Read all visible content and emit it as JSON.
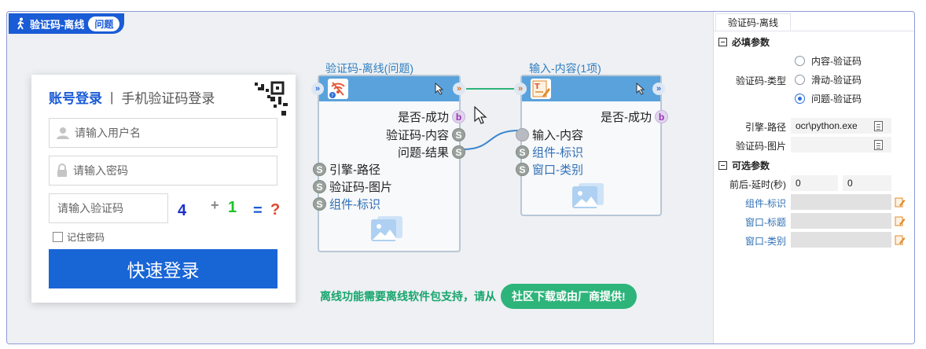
{
  "header": {
    "title": "验证码-离线",
    "badge": "问题"
  },
  "login": {
    "tab_account": "账号登录",
    "separator": "|",
    "tab_phone": "手机验证码登录",
    "username_placeholder": "请输入用户名",
    "password_placeholder": "请输入密码",
    "captcha_placeholder": "请输入验证码",
    "captcha": {
      "n1": "4",
      "op": "+",
      "n2": "1",
      "eq": "=",
      "q": "?"
    },
    "remember": "记住密码",
    "login_button": "快速登录"
  },
  "nodes": {
    "captcha": {
      "title": "验证码-离线(问题)",
      "outputs": [
        "是否-成功",
        "验证码-内容",
        "问题-结果"
      ],
      "output_pins": [
        "b",
        "S",
        "S"
      ],
      "inputs": [
        "引擎-路径",
        "验证码-图片",
        "组件-标识"
      ],
      "input_pins": [
        "S",
        "S",
        "S"
      ]
    },
    "input": {
      "title": "输入-内容(1项)",
      "outputs": [
        "是否-成功"
      ],
      "output_pins": [
        "b"
      ],
      "inputs": [
        "输入-内容",
        "组件-标识",
        "窗口-类别"
      ],
      "input_pins": [
        "",
        "S",
        "S"
      ]
    }
  },
  "notice": {
    "text": "离线功能需要离线软件包支持，请从",
    "pill": "社区下载或由厂商提供!"
  },
  "panel": {
    "tab": "验证码-离线",
    "required_title": "必填参数",
    "captcha_type_label": "验证码-类型",
    "captcha_types": [
      {
        "label": "内容-验证码",
        "selected": false
      },
      {
        "label": "滑动-验证码",
        "selected": false
      },
      {
        "label": "问题-验证码",
        "selected": true
      }
    ],
    "engine_path_label": "引擎-路径",
    "engine_path_value": "ocr\\python.exe",
    "captcha_image_label": "验证码-图片",
    "captcha_image_value": "",
    "optional_title": "可选参数",
    "delay_label": "前后-延时(秒)",
    "delay_before": "0",
    "delay_after": "0",
    "component_id_label": "组件-标识",
    "window_title_label": "窗口-标题",
    "window_class_label": "窗口-类别"
  },
  "colors": {
    "accent": "#1a5bd6",
    "node_header": "#5aa2dc",
    "green": "#2db47a",
    "link_blue": "#2f6fb5"
  }
}
